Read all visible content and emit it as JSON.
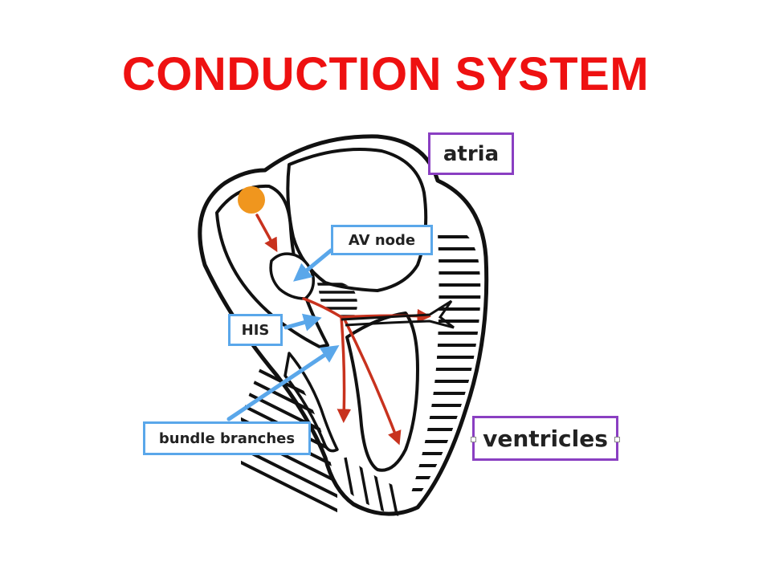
{
  "title": "CONDUCTION SYSTEM",
  "labels": {
    "atria": "atria",
    "av_node": "AV node",
    "his": "HIS",
    "bundle_branches": "bundle branches",
    "ventricles": "ventricles"
  },
  "colors": {
    "title": "#ee1111",
    "blue_arrow": "#5aa7ea",
    "red_path": "#c8321e",
    "sa_node": "#f0961e",
    "label_purple": "#8a3fc2",
    "outline": "#111111"
  }
}
